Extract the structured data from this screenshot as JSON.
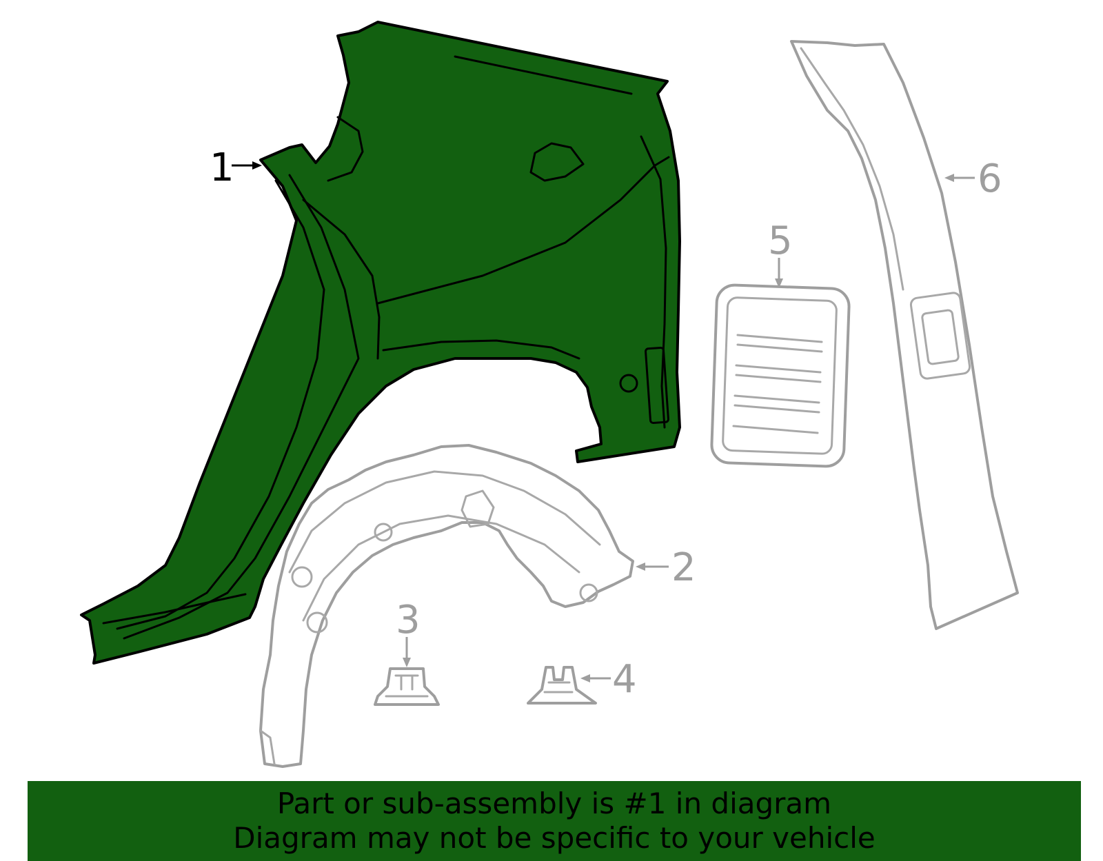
{
  "callouts": [
    {
      "number": "1",
      "highlighted": true
    },
    {
      "number": "2",
      "highlighted": false
    },
    {
      "number": "3",
      "highlighted": false
    },
    {
      "number": "4",
      "highlighted": false
    },
    {
      "number": "5",
      "highlighted": false
    },
    {
      "number": "6",
      "highlighted": false
    }
  ],
  "banner": {
    "line1": "Part or sub-assembly is #1 in diagram",
    "line2": "Diagram may not be specific to your vehicle"
  },
  "colors": {
    "highlight_fill": "#126010",
    "highlight_stroke": "#000000",
    "other_parts_stroke": "#9e9e9e",
    "banner_background": "#126010",
    "banner_text": "#000000"
  }
}
